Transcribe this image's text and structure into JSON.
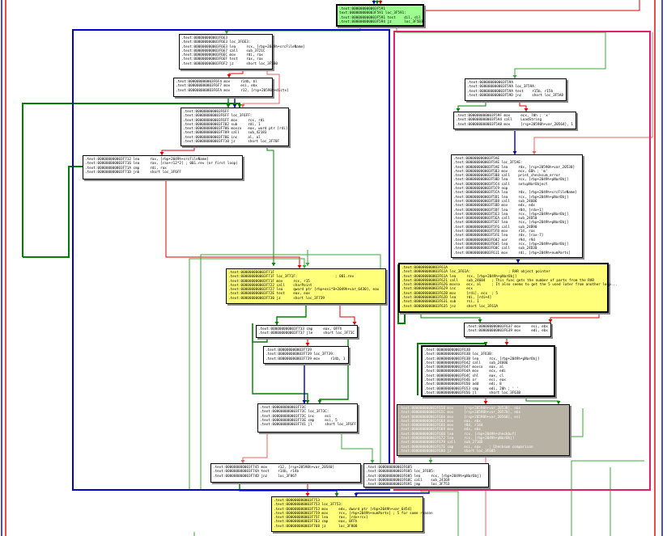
{
  "colors": {
    "block_default": "#ffffff",
    "block_highlight": "#ffff7a",
    "block_current": "#9dff8f",
    "block_gray": "#b8b2a4",
    "edge_true": "#008000",
    "edge_false": "#e00000",
    "edge_uncond": "#0000c0",
    "group_blue": "#0000cc",
    "group_pink": "#e0206a",
    "edge_light_green": "#3aa83a",
    "edge_light_red": "#f06060"
  },
  "blocks": {
    "n_top": [
      ".text:000000000003F591",
      "text:000000000003F591 loc_3F591:",
      ".text:000000000003F591 test    dil, dil",
      ".text:000000000003F594 jz      loc_3F5B3"
    ],
    "n_3F6E3": [
      ".text:000000000003F6E3",
      ".text:000000000003F6E3 loc_3F6E3:",
      ".text:000000000003F6E3 lea     rcx, [rbp+2049h+srcFileName]",
      ".text:000000000003F6E7 call    sub_3721C",
      ".text:000000000003F6EC mov     rdi, rax",
      ".text:000000000003F6EF test    rax, rax",
      ".text:000000000003F6F2 jz      short loc_3F5B0"
    ],
    "n_3F6F4": [
      ".text:000000000003F6F4 mov     r14b, bl",
      ".text:000000000003F6F7 mov     esi, ebx",
      ".text:000000000003F6FA mov     r12, [rsp+20590h+dictx]"
    ],
    "n_3F6FF": [
      ".text:000000000003F6FF",
      ".text:000000000003F6FF loc_3F6FF:",
      ".text:000000000003F6FF mov     rcx, rdi",
      ".text:000000000003F702 sub     rdi, 1",
      ".text:000000000003F706 movzx   eax, word ptr [rdi]",
      ".text:000000000003F709 call    sub_42183",
      ".text:000000000003F70E inc     al, al",
      ".text:000000000003F710 jz      short loc_3F70F"
    ],
    "n_3F712": [
      ".text:000000000003F712 lea     rax, [rbp+2049h+srcFileName]",
      ".text:000000000003F716 lea     rax, [rax+r12*2] ; 001.rev (or first loop)",
      ".text:000000000003F71A cmp     rdi, rax",
      ".text:000000000003F71D jnb     short loc_3F6FF"
    ],
    "n_3F71F": [
      ".text:000000000003F71F",
      ".text:000000000003F71F loc_3F71F:                  ; 001.rev",
      ".text:000000000003F71F mov     rcx, r15",
      ".text:000000000003F722 call    charPoint",
      ".text:000000000003F727 lea     qword ptr [rbp+esi*8+2049h+var_6430], eax",
      ".text:000000000003F72E test    eax, eax",
      ".text:000000000003F730 jz      short loc_3F739"
    ],
    "n_3F733": [
      ".text:000000000003F733 cmp     eax, 0FFh",
      ".text:000000000003F737 jle     short loc_3F73C"
    ],
    "n_3F739": [
      ".text:000000000003F739",
      ".text:000000000003F739 loc_3F739:",
      ".text:000000000003F739 mov     r14b, 1"
    ],
    "n_3F73C": [
      ".text:000000000003F73C",
      ".text:000000000003F73C loc_3F73C:",
      ".text:000000000003F73C inc     esi",
      ".text:000000000003F73E cmp     esi, 5",
      ".text:000000000003F741 jl      short loc_3F6FF"
    ],
    "n_3F745": [
      ".text:000000000003F745 mov     r12, [rsp+20590h+var_20540]",
      ".text:000000000003F74A test    r14b, r14b",
      ".text:000000000003F74D jnz     loc_3F867"
    ],
    "n_3F685": [
      ".text:000000000003F685",
      ".text:000000000003F685 loc_3F685:",
      ".text:000000000003F685 lea     rcx, [rbp+2049h+pNarObj]",
      ".text:000000000003F68C call    sub_24169",
      ".text:000000000003F691 jmp     loc_3F753"
    ],
    "n_3F753": [
      ".text:000000000003F753",
      ".text:000000000003F753 loc_3F753:",
      ".text:000000000003F753 mov     edx, dword ptr [rbp+2049h+var_6454]",
      ".text:000000000003F759 mov     rcx, [rbp+2049h+numParts] ; 5 for some reason",
      ".text:000000000003F75F lea     rax, [rdx+rcx]",
      ".text:000000000003F763 cmp     eax, 0FFh",
      ".text:000000000003F768 jz      loc_3F808"
    ],
    "n_3F59A": [
      ".text:000000000003F59A",
      ".text:000000000003F59A loc_3F59A:",
      ".text:000000000003F59A test    r15b, r15b",
      ".text:000000000003F59D jnz     short loc_3F5A8"
    ],
    "n_3F59F": [
      ".text:000000000003F59F mov     ecx, 78h ; 'x'",
      ".text:000000000003F5A4 call    LoadString",
      ".text:000000000003F5A8 mov     [rsp+20590h+var_20564], 1"
    ],
    "n_3F5AE": [
      ".text:000000000003F5AE",
      ".text:000000000003F5AE loc_3F5AE:",
      ".text:000000000003F5AE lea     rdx, [rsp+20590h+var_20530]",
      ".text:000000000003F5B3 mov     ecx, 6Dh ; 'm'",
      ".text:000000000003F5B8 call    print_checksum_error",
      ".text:000000000003F5BD lea     rcx, [rbp+2049h+pNarObj]",
      ".text:000000000003F5C4 call    setupNarObject",
      ".text:000000000003F5C9 nop",
      ".text:000000000003F5CA lea     rdx, [rbp+2049h+srcFileName]",
      ".text:000000000003F5D1 lea     rcx, [rbp+2049h+pNarObj]",
      ".text:000000000003F5D8 call    sub_24606",
      ".text:000000000003F5DD mov     edx, edx",
      ".text:000000000003F5DF lea     r8d, [rdx+1]",
      ".text:000000000003F5E3 lea     rcx, [rbp+2049h+pNarObj]",
      ".text:000000000003F5EA call    sub_24D50",
      ".text:000000000003F5EF lea     rcx, [rbp+2049h+pNarObj]",
      ".text:000000000003F5F6 call    sub_24B90",
      ".text:000000000003F5FB mov     r14, rax",
      ".text:000000000003F5FE lea     rdx, [rax-7]",
      ".text:000000000003F602 xor     r9d, r9d",
      ".text:000000000003F605 lea     rcx, [rbp+2049h+pNarObj]",
      ".text:000000000003F60C call    sub_24D30",
      ".text:000000000003F611 mov     rdi, [rbp+2049h+numParts]"
    ],
    "n_3F61A": [
      ".text:000000000003F61A",
      ".text:000000000003F61A loc_3F61A:                  ; RAR object pointer",
      ".text:000000000003F61A lea     rcx, [rbp+2049h+pNarObj]",
      ".text:000000000003F621 call    sub_24604   ; This func gets the number of parts from the RAR",
      ".text:000000000003F626 movsx   ecx, al     ; It also seems to get the 5 used later from another loop...",
      ".text:000000000003F629 inc     ecx",
      ".text:000000000003F62B mov     [rdi], ecx  ; 5",
      ".text:000000000003F62D lea     rdi, [rdi+4]",
      ".text:000000000003F631 sub     rsi, 1",
      ".text:000000000003F635 jnz     short loc_3F61A"
    ],
    "n_3F637": [
      ".text:000000000003F637 mov     esi, ebx",
      ".text:000000000003F639 mov     edi, ebx"
    ],
    "n_3F63B": [
      ".text:000000000003F63B",
      ".text:000000000003F63B loc_3F63B:",
      ".text:000000000003F63B lea     rcx, [rbp+2049h+pNarObj]",
      ".text:000000000003F642 call    sub_24606",
      ".text:000000000003F647 movsx   eax, al",
      ".text:000000000003F64A mov     ecx, edi",
      ".text:000000000003F64C shl     eax, cl",
      ".text:000000000003F64E or      esi, eax",
      ".text:000000000003F650 add     edi, 8",
      ".text:000000000003F653 cmp     edi, 20h ; ' '",
      ".text:000000000003F656 jl      short loc_3F63B"
    ],
    "n_3F658": [
      ".text:000000000003F658 mov     [rsp+20590h+var_20538], ebx",
      ".text:000000000003F65C mov     [rsp+20590h+var_20570], ebx",
      ".text:000000000003F660 mov     [rsp+20590h+var_20560], esi",
      ".text:000000000003F664 mov     eax, ebx",
      ".text:000000000003F666 mov     r8d, r14d",
      ".text:000000000003F669 mov     edx, ebx",
      ".text:000000000003F66B lea     rcx, [rbp+2049h+checkbuf]",
      ".text:000000000003F672 lea     rcx, [rbp+2049h+pNarObj]",
      ".text:000000000003F679 call    sub_2710D",
      ".text:000000000003F67E cmp     esi, eax    ; Checksum comparison",
      ".text:000000000003F680 jz      short loc_3F685"
    ]
  }
}
